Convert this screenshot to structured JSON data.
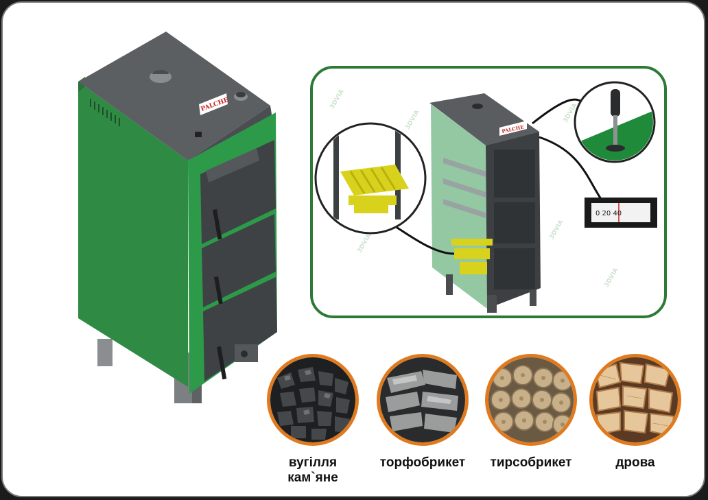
{
  "brand": {
    "logo_text": "PALCHE",
    "colors": {
      "green": "#2f8a44",
      "dark_green": "#2d7a36",
      "orange": "#e07a1e",
      "steel": "#5c5f61"
    }
  },
  "detail": {
    "thermometer_reading": "0 20 40",
    "watermark": "3DVIA"
  },
  "fuels": [
    {
      "id": "coal",
      "label_line1": "вугілля",
      "label_line2": "кам`яне"
    },
    {
      "id": "peat",
      "label_line1": "торфобрикет",
      "label_line2": ""
    },
    {
      "id": "sawdust",
      "label_line1": "тирсобрикет",
      "label_line2": ""
    },
    {
      "id": "wood",
      "label_line1": "дрова",
      "label_line2": ""
    }
  ]
}
